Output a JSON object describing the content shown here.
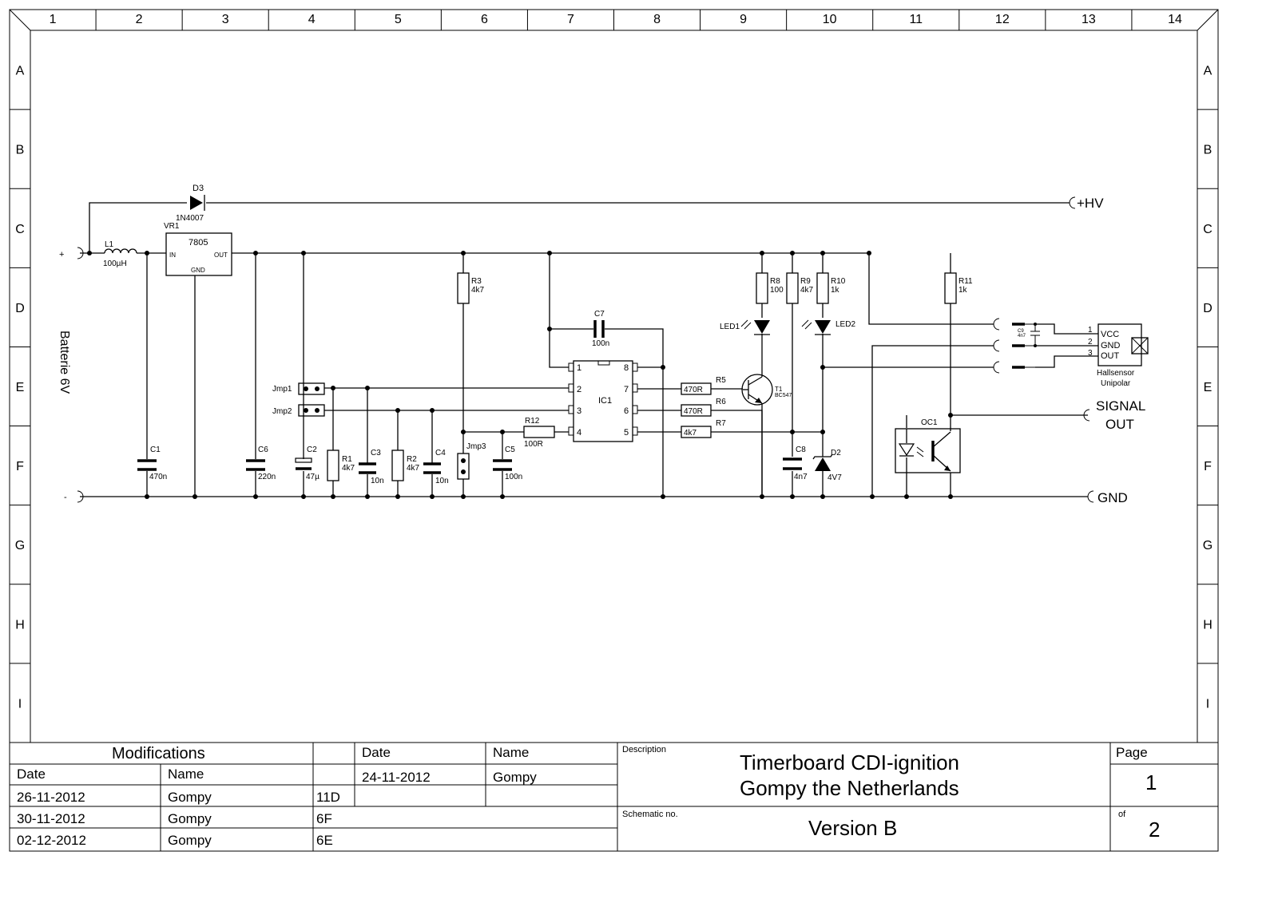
{
  "frame": {
    "columns": [
      "1",
      "2",
      "3",
      "4",
      "5",
      "6",
      "7",
      "8",
      "9",
      "10",
      "11",
      "12",
      "13",
      "14"
    ],
    "rows": [
      "A",
      "B",
      "C",
      "D",
      "E",
      "F",
      "G",
      "H",
      "I"
    ]
  },
  "labels": {
    "battery": "Batterie 6V",
    "plus": "+",
    "minus": "-",
    "hv": "+HV",
    "gnd": "GND",
    "signal_out_1": "SIGNAL",
    "signal_out_2": "OUT",
    "hall_1": "Hallsensor",
    "hall_2": "Unipolar",
    "hall_vcc": "VCC",
    "hall_gnd": "GND",
    "hall_out": "OUT",
    "hall_p1": "1",
    "hall_p2": "2",
    "hall_p3": "3"
  },
  "components": {
    "d3_name": "D3",
    "d3_value": "1N4007",
    "vr1_name": "VR1",
    "vr1_value": "7805",
    "vr1_in": "IN",
    "vr1_out": "OUT",
    "vr1_gnd": "GND",
    "l1_name": "L1",
    "l1_value": "100µH",
    "c1_name": "C1",
    "c1_value": "470n",
    "c6_name": "C6",
    "c6_value": "220n",
    "c2_name": "C2",
    "c2_value": "47µ",
    "r1_name": "R1",
    "r1_value": "4k7",
    "c3_name": "C3",
    "c3_value": "10n",
    "r2_name": "R2",
    "r2_value": "4k7",
    "c4_name": "C4",
    "c4_value": "10n",
    "jmp1": "Jmp1",
    "jmp2": "Jmp2",
    "jmp3": "Jmp3",
    "c5_name": "C5",
    "c5_value": "100n",
    "r3_name": "R3",
    "r3_value": "4k7",
    "r12_name": "R12",
    "r12_value": "100R",
    "c7_name": "C7",
    "c7_value": "100n",
    "ic1_name": "IC1",
    "ic1_pins": [
      "1",
      "2",
      "3",
      "4",
      "8",
      "7",
      "6",
      "5"
    ],
    "r5_name": "R5",
    "r5_value": "470R",
    "r6_name": "R6",
    "r6_value": "470R",
    "r7_name": "R7",
    "r7_value": "4k7",
    "r8_name": "R8",
    "r8_value": "100",
    "r9_name": "R9",
    "r9_value": "4k7",
    "r10_name": "R10",
    "r10_value": "1k",
    "r11_name": "R11",
    "r11_value": "1k",
    "led1": "LED1",
    "led2": "LED2",
    "t1_name": "T1",
    "t1_value": "BC547",
    "c8_name": "C8",
    "c8_value": "4n7",
    "d2_name": "D2",
    "d2_value": "4V7",
    "oc1": "OC1",
    "c9_name": "C9",
    "c9_value": "4n7"
  },
  "title_block": {
    "modifications_title": "Modifications",
    "mod_date_header": "Date",
    "mod_name_header": "Name",
    "modifications": [
      {
        "date": "26-11-2012",
        "name": "Gompy",
        "ref": "11D"
      },
      {
        "date": "30-11-2012",
        "name": "Gompy",
        "ref": "6F"
      },
      {
        "date": "02-12-2012",
        "name": "Gompy",
        "ref": "6E"
      }
    ],
    "date_header": "Date",
    "name_header": "Name",
    "date": "24-11-2012",
    "name": "Gompy",
    "description_label": "Description",
    "title_line1": "Timerboard CDI-ignition",
    "title_line2": "Gompy the Netherlands",
    "schematic_label": "Schematic no.",
    "version": "Version B",
    "page_label": "Page",
    "page": "1",
    "of_label": "of",
    "total_pages": "2"
  }
}
